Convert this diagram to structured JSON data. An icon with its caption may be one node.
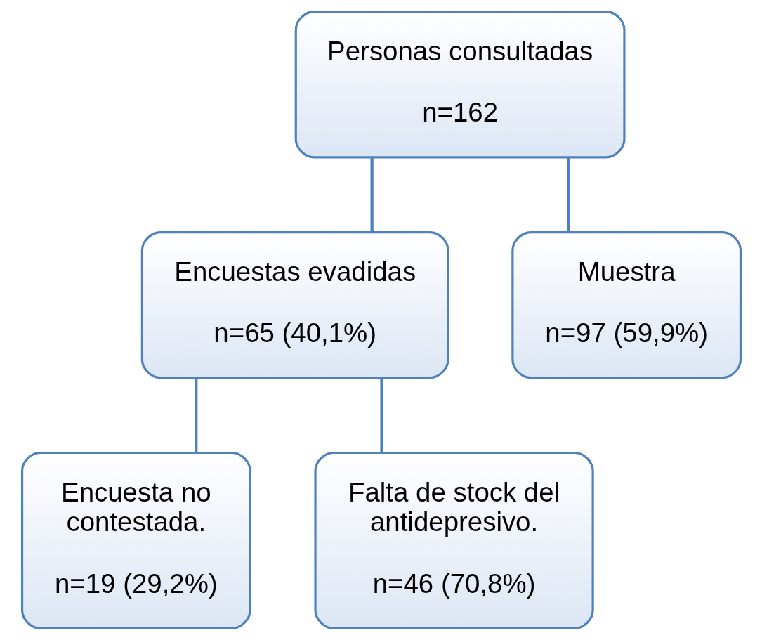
{
  "diagram": {
    "nodes": [
      {
        "text": [
          "Personas consultadas",
          "n=162"
        ]
      },
      {
        "text": [
          "Encuestas evadidas",
          "n=65 (40,1%)"
        ]
      },
      {
        "text": [
          "Muestra",
          "n=97 (59,9%)"
        ]
      },
      {
        "text": [
          "Encuesta no contestada.",
          "n=19 (29,2%)"
        ]
      },
      {
        "text": [
          "Falta de stock del antidepresivo.",
          "n=46 (70,8%)"
        ]
      }
    ],
    "edges": [
      {
        "from": 0,
        "to": 1,
        "arrow": "none"
      },
      {
        "from": 0,
        "to": 2,
        "arrow": "none"
      },
      {
        "from": 1,
        "to": 3,
        "arrow": "none"
      },
      {
        "from": 1,
        "to": 4,
        "arrow": "none"
      }
    ]
  }
}
